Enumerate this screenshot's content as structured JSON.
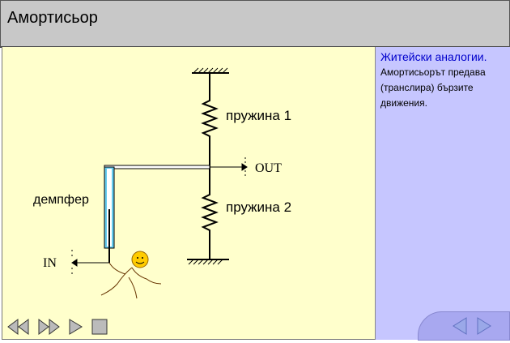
{
  "window": {
    "title": "Амортисьор"
  },
  "diagram": {
    "spring1_label": "пружина 1",
    "spring2_label": "пружина 2",
    "damper_label": "демпфер",
    "out_label": "OUT",
    "in_label": "IN"
  },
  "side_panel": {
    "heading": "Житейски аналогии.",
    "text": "Амортисьорът предава (транслира) бързите",
    "text2": "движения."
  },
  "controls": {
    "rewind": "rewind-icon",
    "fast_forward": "fast-forward-icon",
    "play": "play-icon",
    "stop": "stop-icon",
    "prev": "prev-arrow-icon",
    "next": "next-arrow-icon"
  }
}
